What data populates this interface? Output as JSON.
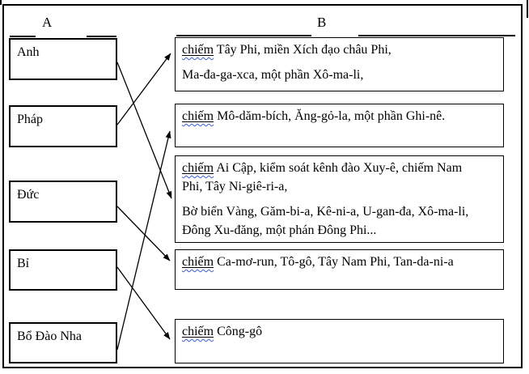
{
  "headers": {
    "a": "A",
    "b": "B"
  },
  "columnA": {
    "items": [
      {
        "label": "Anh"
      },
      {
        "label": "Pháp"
      },
      {
        "label": "Đức"
      },
      {
        "label": "Bỉ"
      },
      {
        "label": "Bổ Đào Nha"
      }
    ]
  },
  "columnB": {
    "items": [
      {
        "keyword": "chiếm",
        "p1_line1": " Tây Phi, miền Xích đạo châu Phi,",
        "p2_line1": "Ma-đa-ga-xca, một phần Xô-ma-li,"
      },
      {
        "keyword": "chiếm",
        "p1_line1": " Mô-dăm-bích, Ăng-gỏ-la, một phần Ghi-nê."
      },
      {
        "keyword": "chiếm",
        "p1_line1": " Ai Cập, kiểm soát kênh đào Xuy-ê, chiếm Nam",
        "p1_line2": "Phi, Tây Ni-giê-ri-a,",
        "p2_line1": "Bờ biển Vàng, Găm-bi-a, Kê-ni-a, U-gan-đa, Xô-ma-li,",
        "p2_line2": "Đông Xu-đăng, một phán Đông Phi..."
      },
      {
        "keyword": "chiếm",
        "p1_line1": " Ca-mơ-run, Tô-gô, Tây Nam Phi, Tan-da-ni-a"
      },
      {
        "keyword": "chiếm",
        "p1_line1": " Công-gô"
      }
    ]
  },
  "connections": [
    {
      "a_index": 0,
      "a_label": "Anh",
      "b_index": 2
    },
    {
      "a_index": 1,
      "a_label": "Pháp",
      "b_index": 0
    },
    {
      "a_index": 2,
      "a_label": "Đức",
      "b_index": 3
    },
    {
      "a_index": 3,
      "a_label": "Bỉ",
      "b_index": 4
    },
    {
      "a_index": 4,
      "a_label": "Bổ Đào Nha",
      "b_index": 1
    }
  ],
  "colors": {
    "ink": "#000000",
    "background": "#ffffff",
    "spellcheck_squiggle": "#3a5fd0"
  }
}
